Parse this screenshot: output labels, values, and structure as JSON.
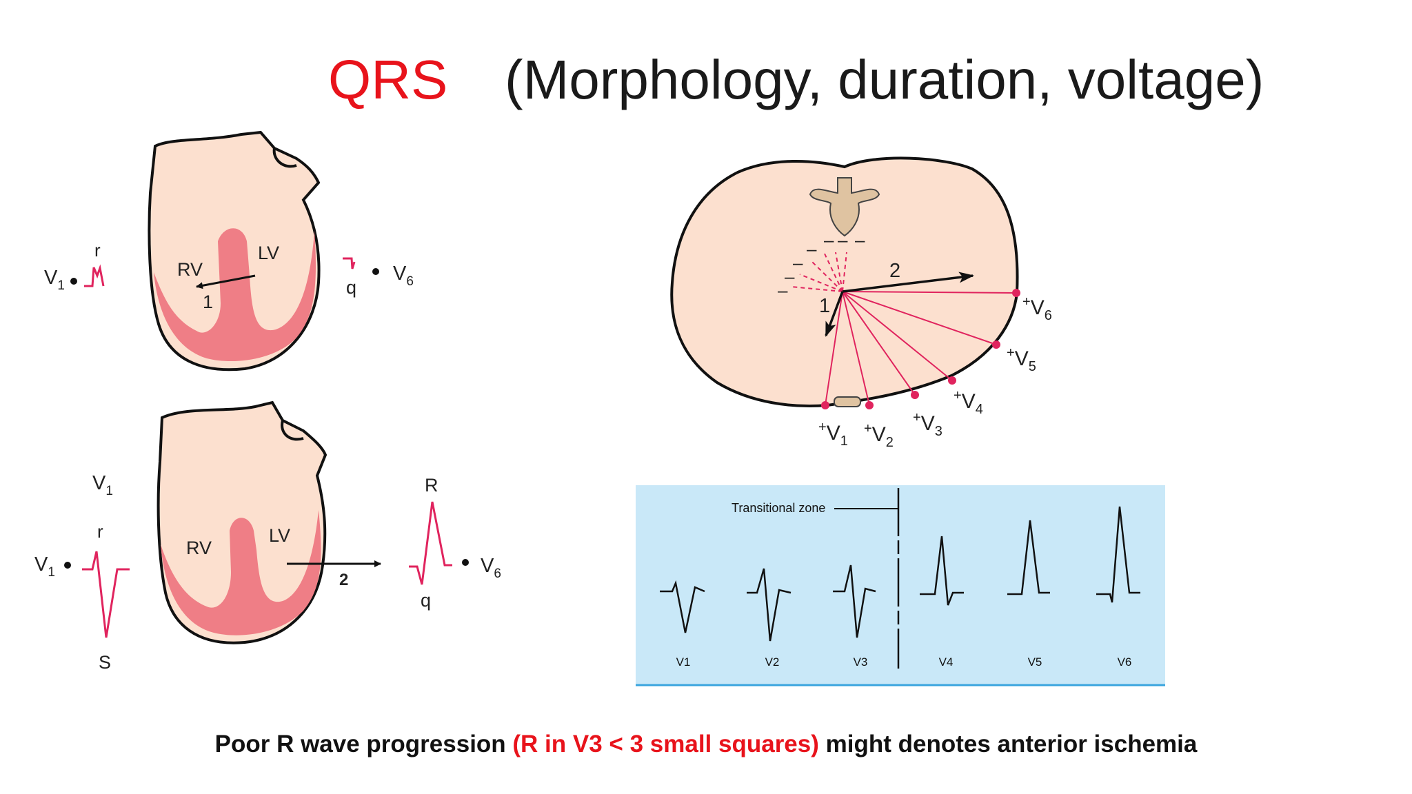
{
  "title": {
    "highlight": "QRS",
    "rest": "(Morphology, duration, voltage)"
  },
  "heart_top": {
    "rv": "RV",
    "lv": "LV",
    "vector": "1",
    "left_lead": "V",
    "left_lead_sub": "1",
    "left_wave": "r",
    "right_lead": "V",
    "right_lead_sub": "6",
    "right_wave": "q"
  },
  "heart_bottom": {
    "rv": "RV",
    "lv": "LV",
    "vector": "2",
    "top_lead": "V",
    "top_lead_sub": "1",
    "left_lead": "V",
    "left_lead_sub": "1",
    "r_label": "r",
    "s_label": "S",
    "R_label": "R",
    "q_label": "q",
    "right_lead": "V",
    "right_lead_sub": "6"
  },
  "cross_section": {
    "vector1": "1",
    "vector2": "2",
    "leads": [
      {
        "plus": "+",
        "name": "V",
        "sub": "1"
      },
      {
        "plus": "+",
        "name": "V",
        "sub": "2"
      },
      {
        "plus": "+",
        "name": "V",
        "sub": "3"
      },
      {
        "plus": "+",
        "name": "V",
        "sub": "4"
      },
      {
        "plus": "+",
        "name": "V",
        "sub": "5"
      },
      {
        "plus": "+",
        "name": "V",
        "sub": "6"
      }
    ],
    "minus_sign": "–"
  },
  "ecg_strip": {
    "transitional_label": "Transitional zone",
    "leads": [
      "V1",
      "V2",
      "V3",
      "V4",
      "V5",
      "V6"
    ]
  },
  "caption": {
    "part1": "Poor R wave progression ",
    "part2": "(R in V3 < 3 small squares)",
    "part3": " might denotes anterior ischemia"
  },
  "colors": {
    "heart_fill": "#fce0cf",
    "muscle": "#ef7e86",
    "wave": "#e0245e",
    "strip_bg": "#c9e8f8",
    "title_red": "#e8131b"
  }
}
